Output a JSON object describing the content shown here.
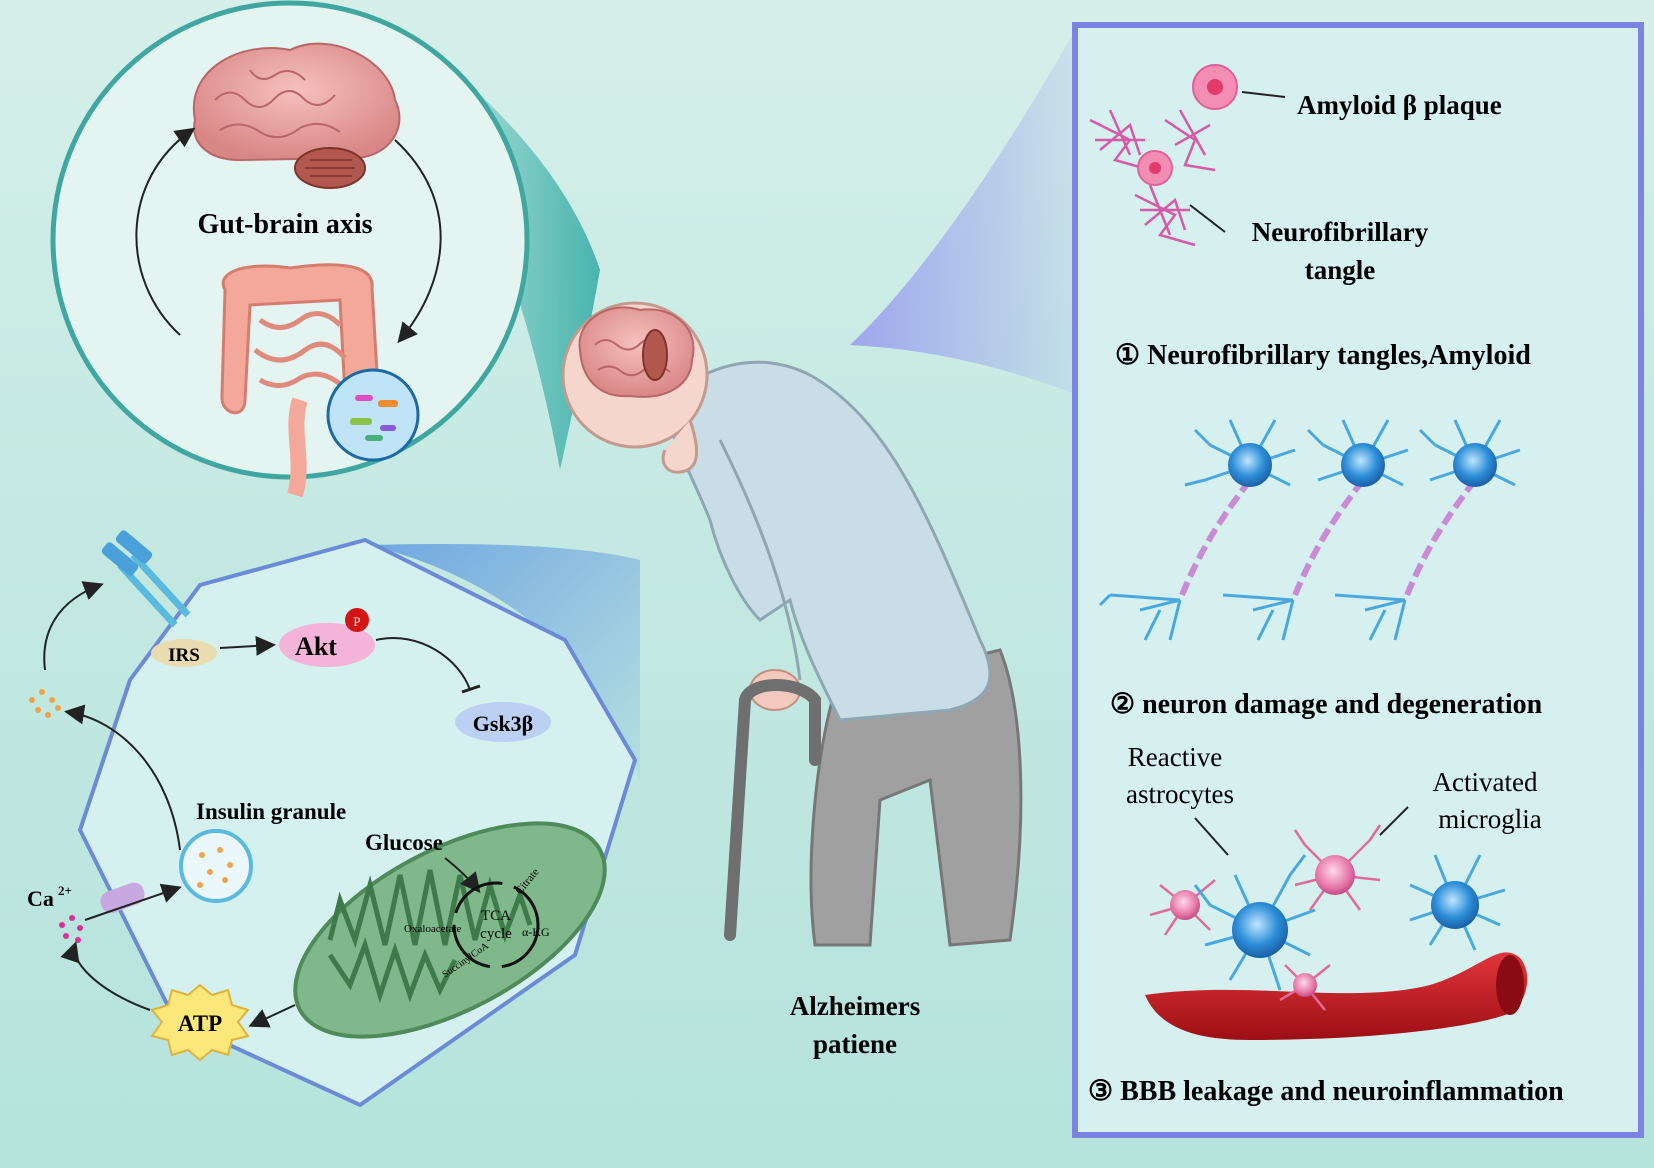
{
  "gut_brain": {
    "title": "Gut-brain axis"
  },
  "patient": {
    "label_line1": "Alzheimers",
    "label_line2": "patiene"
  },
  "insulin_pathway": {
    "irs": "IRS",
    "akt": "Akt",
    "phospho": "P",
    "gsk3b": "Gsk3β",
    "insulin_granule": "Insulin granule",
    "glucose": "Glucose",
    "ca": "Ca",
    "ca_charge": "2+",
    "atp": "ATP",
    "tca_line1": "TCA",
    "tca_line2": "cycle",
    "citrate": "Citrate",
    "akg": "α-KG",
    "oxaloacetate": "Oxaloacetate",
    "succinyl_coa": "SuccinylCoA"
  },
  "right_panel": {
    "amyloid_plaque": "Amyloid β plaque",
    "nft_line1": "Neurofibrillary",
    "nft_line2": "tangle",
    "step1": "① Neurofibrillary tangles,Amyloid",
    "step2": "② neuron damage and degeneration",
    "reactive_line1": "Reactive",
    "reactive_line2": "astrocytes",
    "microglia_line1": "Activated",
    "microglia_line2": "microglia",
    "step3": "③ BBB leakage and neuroinflammation"
  },
  "colors": {
    "background": "#c4e9e2",
    "panel_border": "#7b84e0",
    "circle_border": "#3fa7a0",
    "hexagon_border": "#6b8bd8",
    "neuron": "#4aa8e0",
    "plaque": "#e878b0",
    "vessel": "#c8141c",
    "mitochondria": "#5f9e6a",
    "brain": "#e89a9a",
    "akt": "#f4b3d8",
    "gsk3b": "#bcd0f4",
    "irs": "#e8dcb0",
    "atp": "#fbe77a"
  }
}
